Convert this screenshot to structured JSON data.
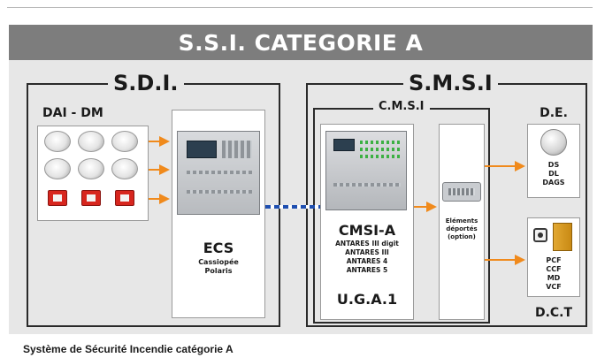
{
  "banner": {
    "title": "S.S.I. CATEGORIE A"
  },
  "sdi": {
    "title": "S.D.I.",
    "dai_title": "DAI - DM",
    "ecs": {
      "name": "ECS",
      "lines": [
        "Cassiopée",
        "Polaris"
      ]
    }
  },
  "smsi": {
    "title": "S.M.S.I",
    "cmsi": {
      "title": "C.M.S.I",
      "name": "CMSI-A",
      "models": [
        "ANTARES III digit",
        "ANTARES III",
        "ANTARES 4",
        "ANTARES 5"
      ],
      "uga": "U.G.A.1"
    },
    "remote": {
      "lines": [
        "Eléments",
        "déportés",
        "(option)"
      ]
    },
    "de": {
      "title": "D.E.",
      "items": [
        "DS",
        "DL",
        "DAGS"
      ]
    },
    "dct": {
      "title": "D.C.T",
      "items": [
        "PCF",
        "CCF",
        "MD",
        "VCF"
      ]
    }
  },
  "footer": {
    "caption": "Système de Sécurité Incendie catégorie A"
  },
  "colors": {
    "arrow": "#f08a1c",
    "bus_blue": "#1f4fb0",
    "bus_white": "#ffffff",
    "banner": "#7d7d7d",
    "panel": "#e7e7e7"
  }
}
